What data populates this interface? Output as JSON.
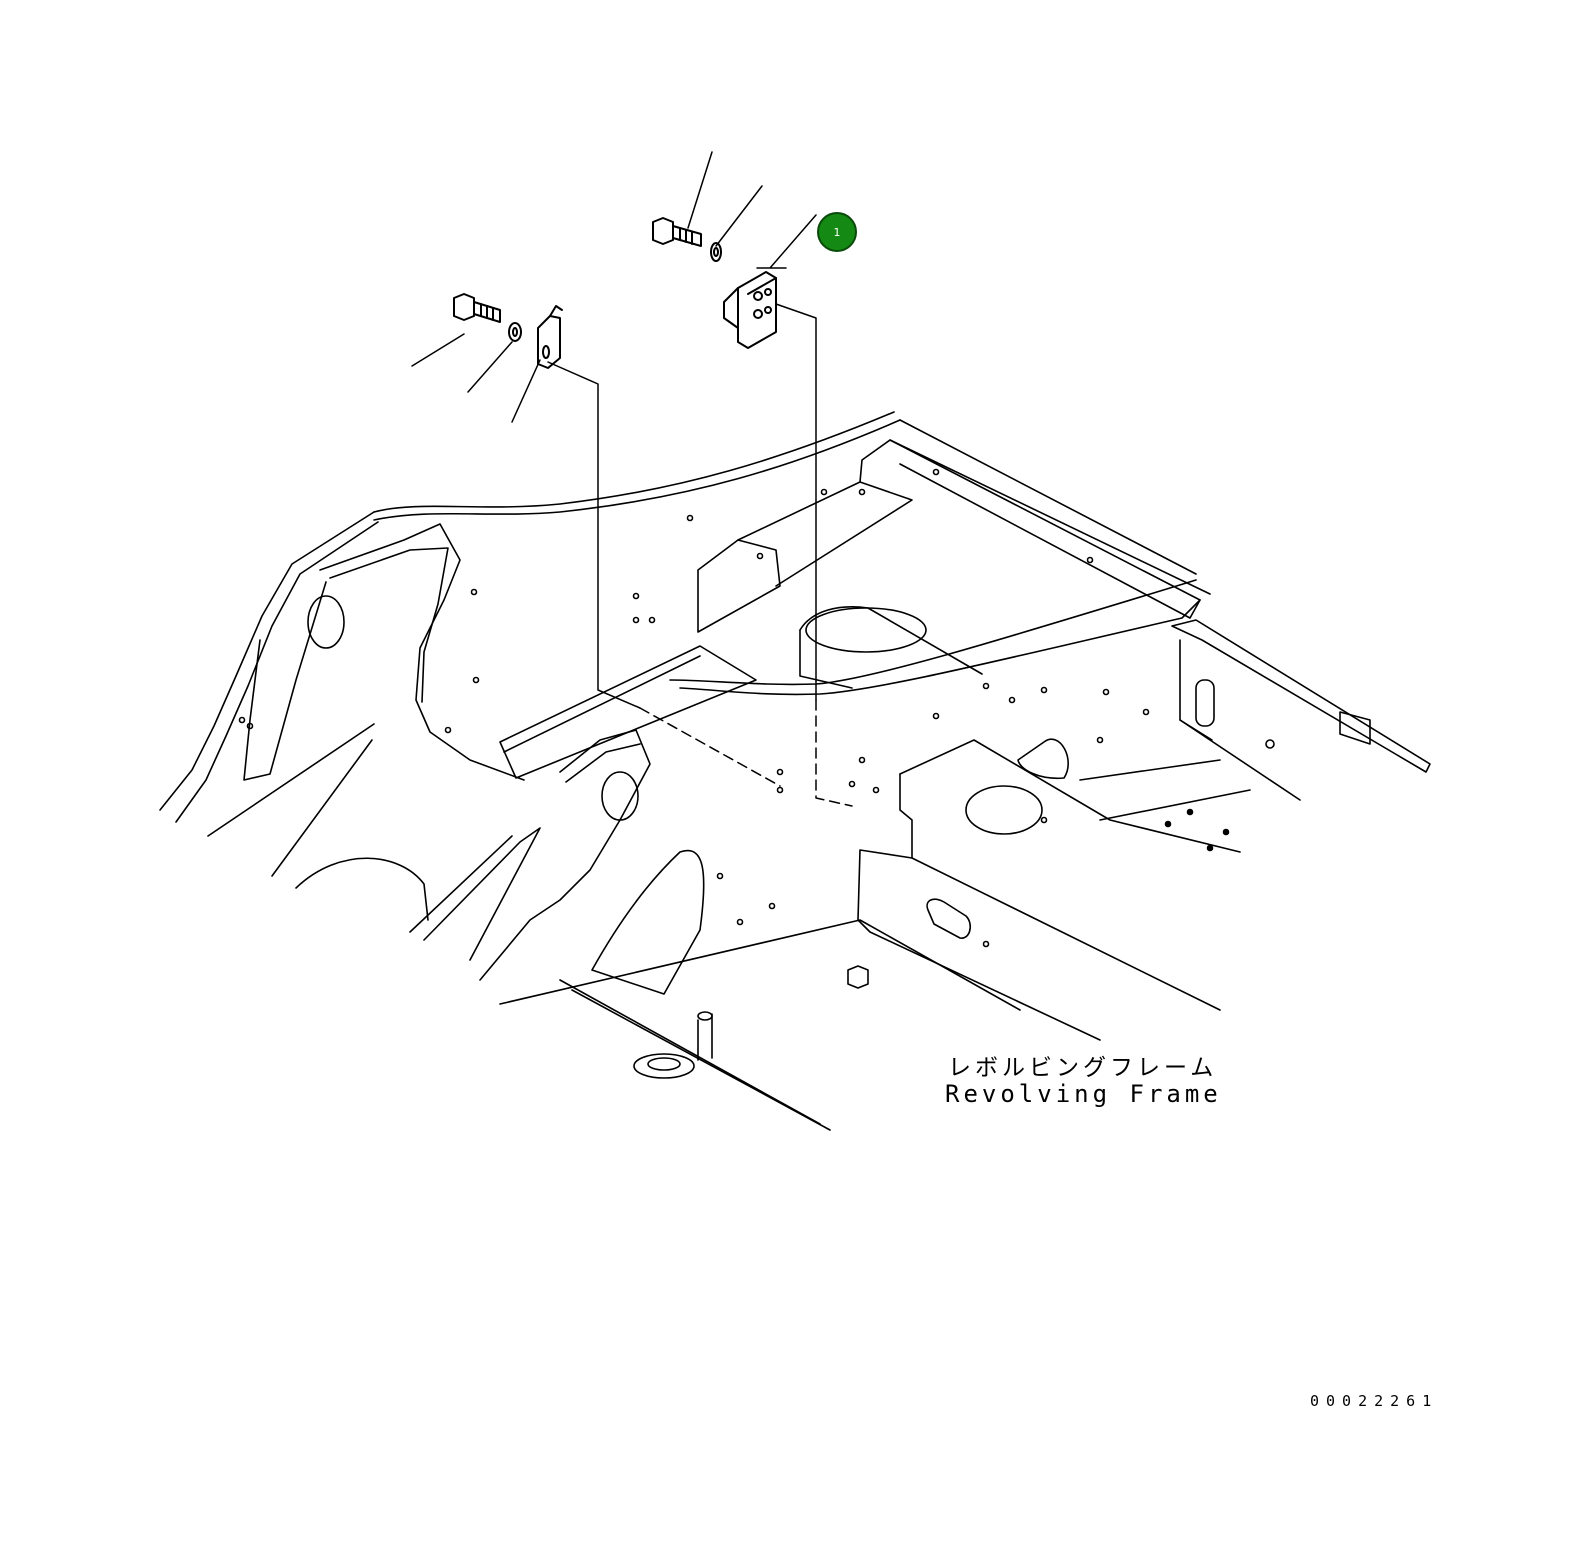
{
  "drawing": {
    "label_japanese": "レボルビングフレーム",
    "label_english": "Revolving Frame",
    "document_number": "00022261"
  },
  "callouts": [
    {
      "id": "1",
      "color": "#148a14"
    }
  ],
  "icons": [
    "hex-bolt-icon",
    "washer-icon",
    "mounting-bracket-icon",
    "clip-bracket-icon",
    "revolving-frame-drawing"
  ]
}
